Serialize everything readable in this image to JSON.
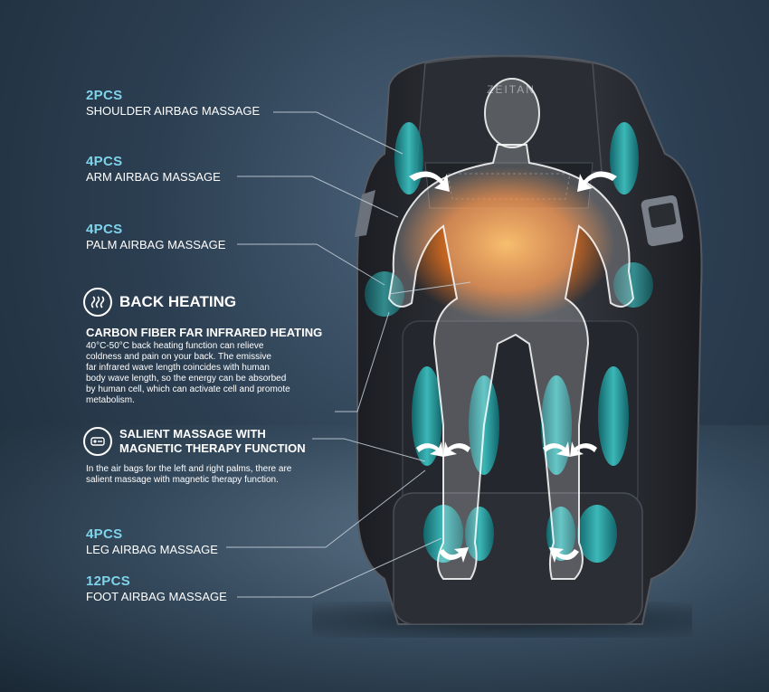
{
  "brand": "ZEITAN",
  "colors": {
    "accent": "#7fd3ea",
    "airbag": "#2fb3b3",
    "heat": "#ff8a2a"
  },
  "labels": {
    "shoulder": {
      "qty": "2PCS",
      "name": "SHOULDER AIRBAG MASSAGE"
    },
    "arm": {
      "qty": "4PCS",
      "name": "ARM  AIRBAG MASSAGE"
    },
    "palm": {
      "qty": "4PCS",
      "name": "PALM AIRBAG MASSAGE"
    },
    "leg": {
      "qty": "4PCS",
      "name": "LEG AIRBAG MASSAGE"
    },
    "foot": {
      "qty": "12PCS",
      "name": "FOOT AIRBAG MASSAGE"
    }
  },
  "heating": {
    "icon": "heat-waves-icon",
    "title": "BACK HEATING",
    "subtitle": "CARBON FIBER FAR INFRARED HEATING",
    "lines": [
      "40°C-50°C back heating function can relieve",
      "coldness and pain on your back. The emissive",
      "far infrared wave length coincides with human",
      "body wave length, so the energy can be absorbed",
      "by human cell, which can activate cell and promote",
      "metabolism."
    ]
  },
  "magnetic": {
    "icon": "magnet-icon",
    "title_line1": "SALIENT MASSAGE WITH",
    "title_line2": "MAGNETIC THERAPY FUNCTION",
    "lines": [
      "In the air bags for the left and right palms, there are",
      "salient massage with magnetic therapy function."
    ]
  }
}
